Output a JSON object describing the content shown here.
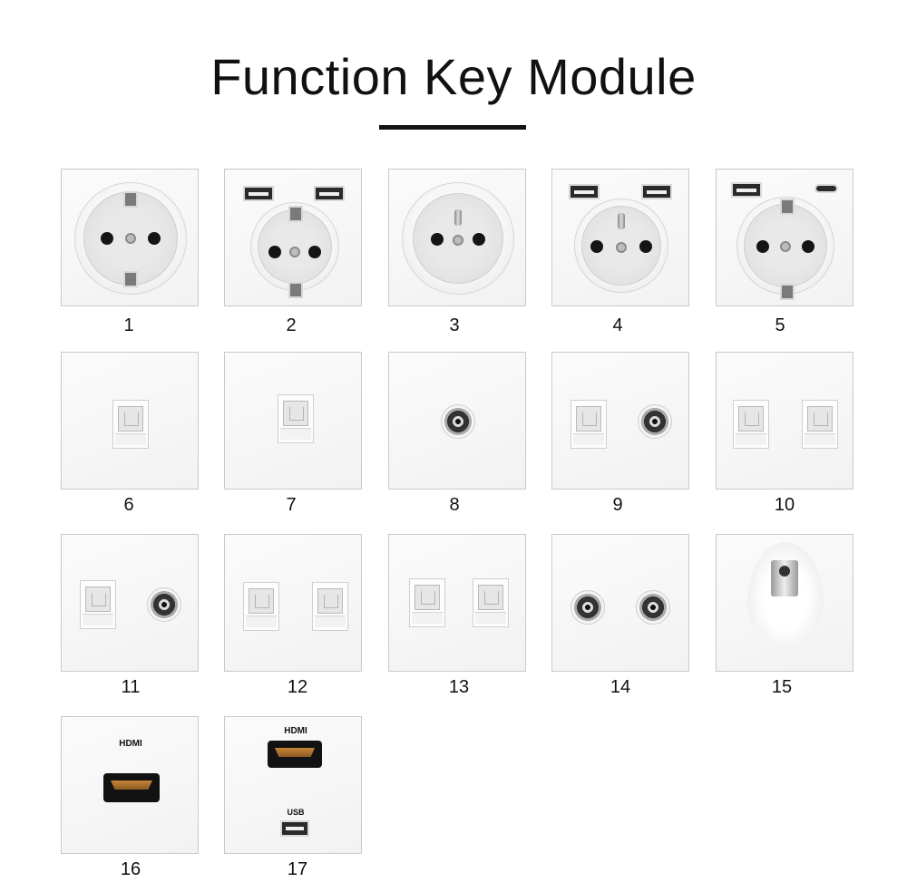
{
  "page": {
    "title": "Function Key Module"
  },
  "modules": [
    {
      "number": "1"
    },
    {
      "number": "2"
    },
    {
      "number": "3"
    },
    {
      "number": "4"
    },
    {
      "number": "5"
    },
    {
      "number": "6"
    },
    {
      "number": "7"
    },
    {
      "number": "8"
    },
    {
      "number": "9"
    },
    {
      "number": "10"
    },
    {
      "number": "11"
    },
    {
      "number": "12"
    },
    {
      "number": "13"
    },
    {
      "number": "14"
    },
    {
      "number": "15"
    },
    {
      "number": "16",
      "label": "HDMI"
    },
    {
      "number": "17",
      "label_top": "HDMI",
      "label_bottom": "USB"
    }
  ]
}
